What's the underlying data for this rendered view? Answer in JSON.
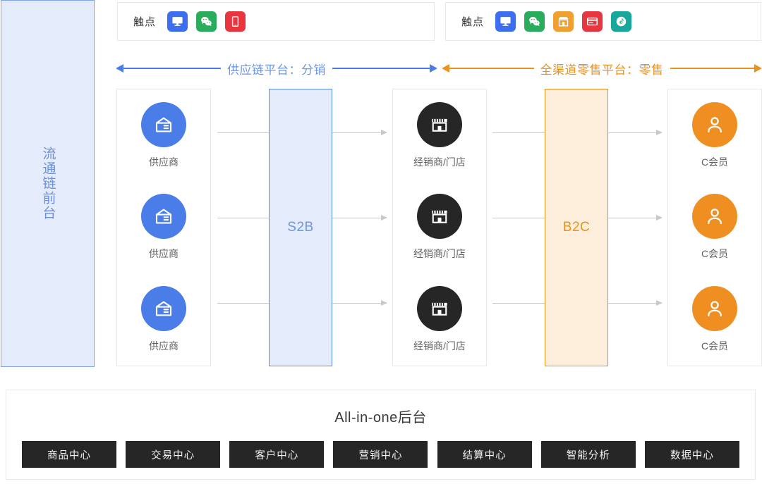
{
  "front_stage": {
    "label": "流通链前台"
  },
  "touchpoints": {
    "left": {
      "label": "触点",
      "icons": [
        {
          "name": "monitor-icon",
          "color": "#3d6ef0"
        },
        {
          "name": "wechat-icon",
          "color": "#29ac5c"
        },
        {
          "name": "mobile-phone-icon",
          "color": "#e8363f"
        }
      ]
    },
    "right": {
      "label": "触点",
      "icons": [
        {
          "name": "monitor-icon",
          "color": "#3d6ef0"
        },
        {
          "name": "wechat-icon",
          "color": "#29ac5c"
        },
        {
          "name": "store-icon",
          "color": "#f0a030"
        },
        {
          "name": "payment-card-icon",
          "color": "#e8363f"
        },
        {
          "name": "douyin-music-icon",
          "color": "#17a89b"
        }
      ]
    }
  },
  "arrows": {
    "supply_chain": {
      "label": "供应链平台：分销",
      "color": "#4a7de8"
    },
    "retail": {
      "label": "全渠道零售平台：零售",
      "color": "#e8921f"
    }
  },
  "flow": {
    "suppliers": {
      "column_name": "suppliers",
      "entities": [
        {
          "label": "供应商",
          "icon": "factory-icon",
          "color": "#4a7de8"
        },
        {
          "label": "供应商",
          "icon": "factory-icon",
          "color": "#4a7de8"
        },
        {
          "label": "供应商",
          "icon": "factory-icon",
          "color": "#4a7de8"
        }
      ]
    },
    "dealers": {
      "column_name": "dealers",
      "entities": [
        {
          "label": "经销商/门店",
          "icon": "storefront-icon",
          "color": "#262626"
        },
        {
          "label": "经销商/门店",
          "icon": "storefront-icon",
          "color": "#262626"
        },
        {
          "label": "经销商/门店",
          "icon": "storefront-icon",
          "color": "#262626"
        }
      ]
    },
    "members": {
      "column_name": "members",
      "entities": [
        {
          "label": "C会员",
          "icon": "person-icon",
          "color": "#ef8f22"
        },
        {
          "label": "C会员",
          "icon": "person-icon",
          "color": "#ef8f22"
        },
        {
          "label": "C会员",
          "icon": "person-icon",
          "color": "#ef8f22"
        }
      ]
    },
    "platforms": {
      "s2b": {
        "label": "S2B",
        "color": "#6b95e8",
        "fill": "#e4ecfb"
      },
      "b2c": {
        "label": "B2C",
        "color": "#e8921f",
        "fill": "#fdeedc"
      }
    }
  },
  "backend": {
    "title": "All-in-one后台",
    "modules": [
      {
        "label": "商品中心"
      },
      {
        "label": "交易中心"
      },
      {
        "label": "客户中心"
      },
      {
        "label": "营销中心"
      },
      {
        "label": "结算中心"
      },
      {
        "label": "智能分析"
      },
      {
        "label": "数据中心"
      }
    ]
  }
}
